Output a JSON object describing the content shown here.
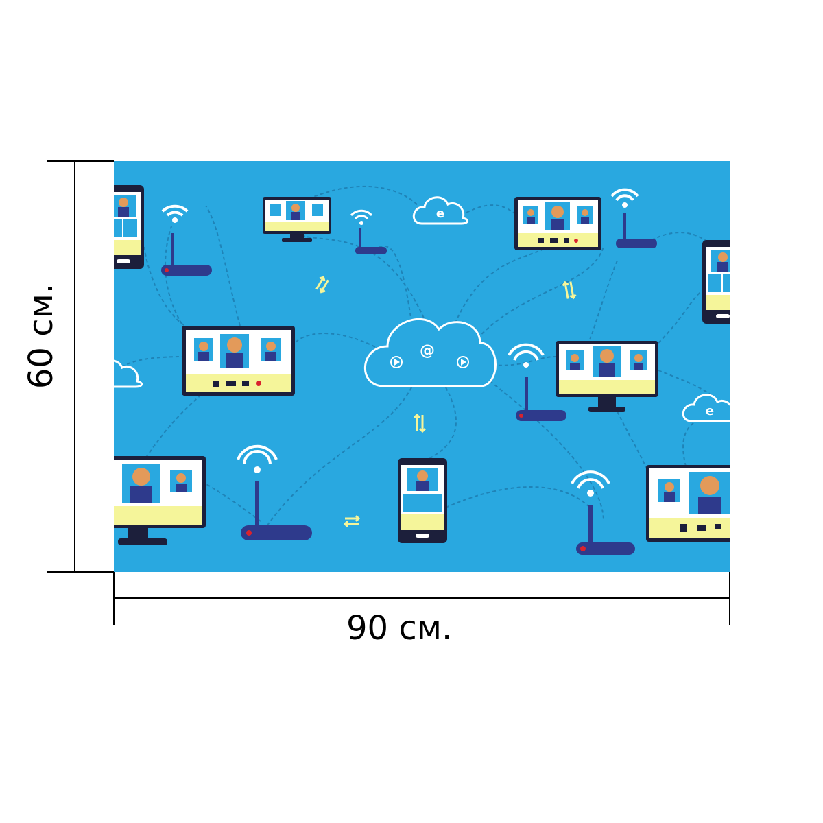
{
  "dimensions": {
    "width_label": "90 см.",
    "height_label": "60 см."
  },
  "artwork": {
    "background_color": "#29a8e0",
    "accent_yellow": "#f5f59a",
    "device_dark": "#1c1f3b",
    "router_color": "#2e3a8c",
    "cloud_symbol_main": "@",
    "cloud_symbol_small": "e"
  }
}
